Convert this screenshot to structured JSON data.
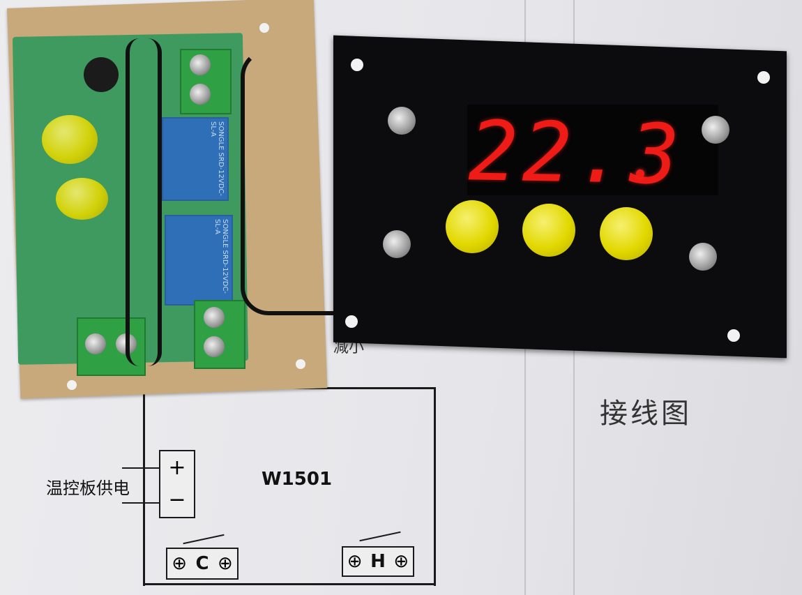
{
  "display": {
    "reading": "22.3"
  },
  "diagram": {
    "title_partial": "接线图",
    "model": "W1501",
    "power_label": "温控板供电",
    "plus": "+",
    "minus": "−",
    "cooling_terminal": "C",
    "heating_terminal": "H",
    "terminal_symbol": "⊕",
    "partial_label": "减小"
  },
  "relays": [
    {
      "brand": "SONGLE",
      "model": "SRD-12VDC-SL-A"
    },
    {
      "brand": "SONGLE",
      "model": "SRD-12VDC-SL-A"
    }
  ],
  "colors": {
    "display_red": "#ee1b16",
    "button_yellow": "#e2d800",
    "pcb_green": "#3f9a60",
    "panel_black": "#0c0c0e",
    "cardboard": "#c8a97c"
  }
}
